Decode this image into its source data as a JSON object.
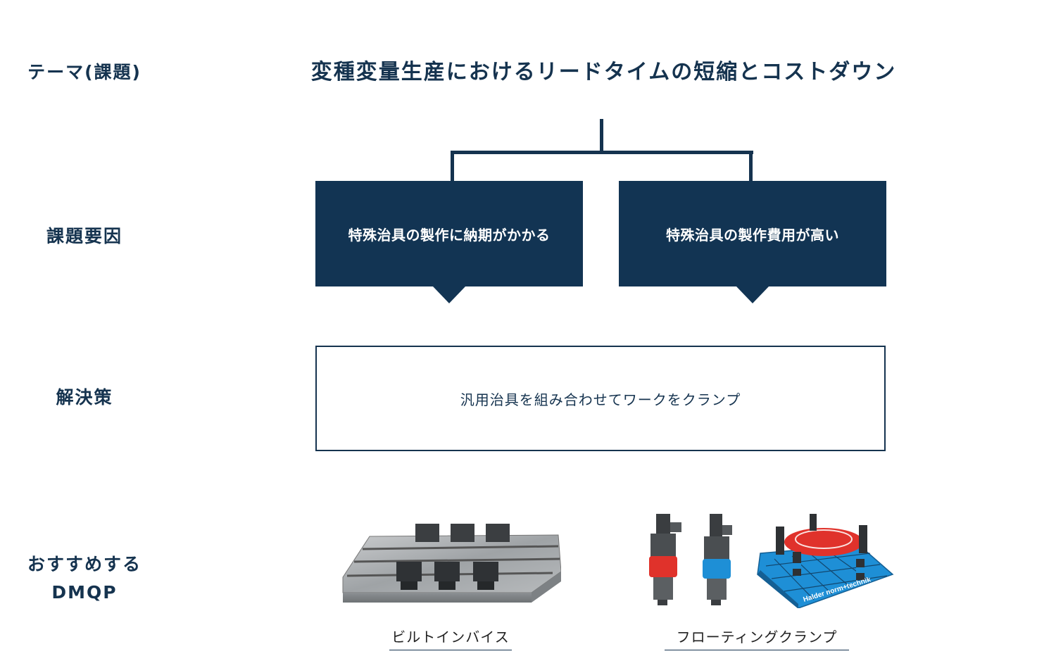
{
  "row_labels": {
    "theme": "テーマ(課題)",
    "cause": "課題要因",
    "solution": "解決策",
    "recommend_line1": "おすすめする",
    "recommend_line2": "DMQP"
  },
  "theme_title": "変種変量生産におけるリードタイムの短縮とコストダウン",
  "causes": [
    {
      "text": "特殊治具の製作に納期がかかる"
    },
    {
      "text": "特殊治具の製作費用が高い"
    }
  ],
  "solution": "汎用治具を組み合わせてワークをクランプ",
  "products": [
    {
      "label": "ビルトインバイス"
    },
    {
      "label": "フローティングクランプ",
      "brand_text": "Halder norm+technik"
    }
  ],
  "colors": {
    "navy": "#123453",
    "text": "#15334f",
    "clamp_red": "#e0322b",
    "clamp_blue": "#1e8fd6"
  }
}
